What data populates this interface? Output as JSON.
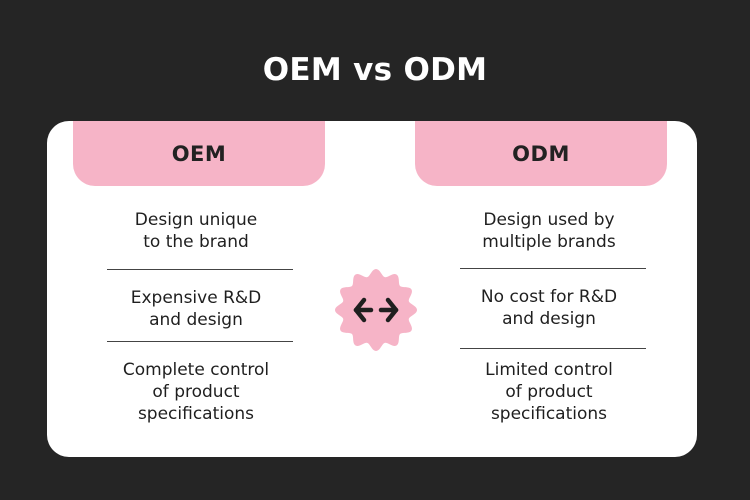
{
  "title": "OEM vs ODM",
  "columns": [
    {
      "header": "OEM",
      "items": [
        [
          "Design unique",
          "to the brand"
        ],
        [
          "Expensive R&D",
          "and design"
        ],
        [
          "Complete control",
          "of product",
          "specifications"
        ]
      ]
    },
    {
      "header": "ODM",
      "items": [
        [
          "Design used by",
          "multiple brands"
        ],
        [
          "No cost for R&D",
          "and design"
        ],
        [
          "Limited control",
          "of product",
          "specifications"
        ]
      ]
    }
  ],
  "badge_icon": "arrows-inward-icon",
  "colors": {
    "background": "#252525",
    "card": "#ffffff",
    "accent": "#f6b4c7",
    "text": "#1f1f1f"
  }
}
